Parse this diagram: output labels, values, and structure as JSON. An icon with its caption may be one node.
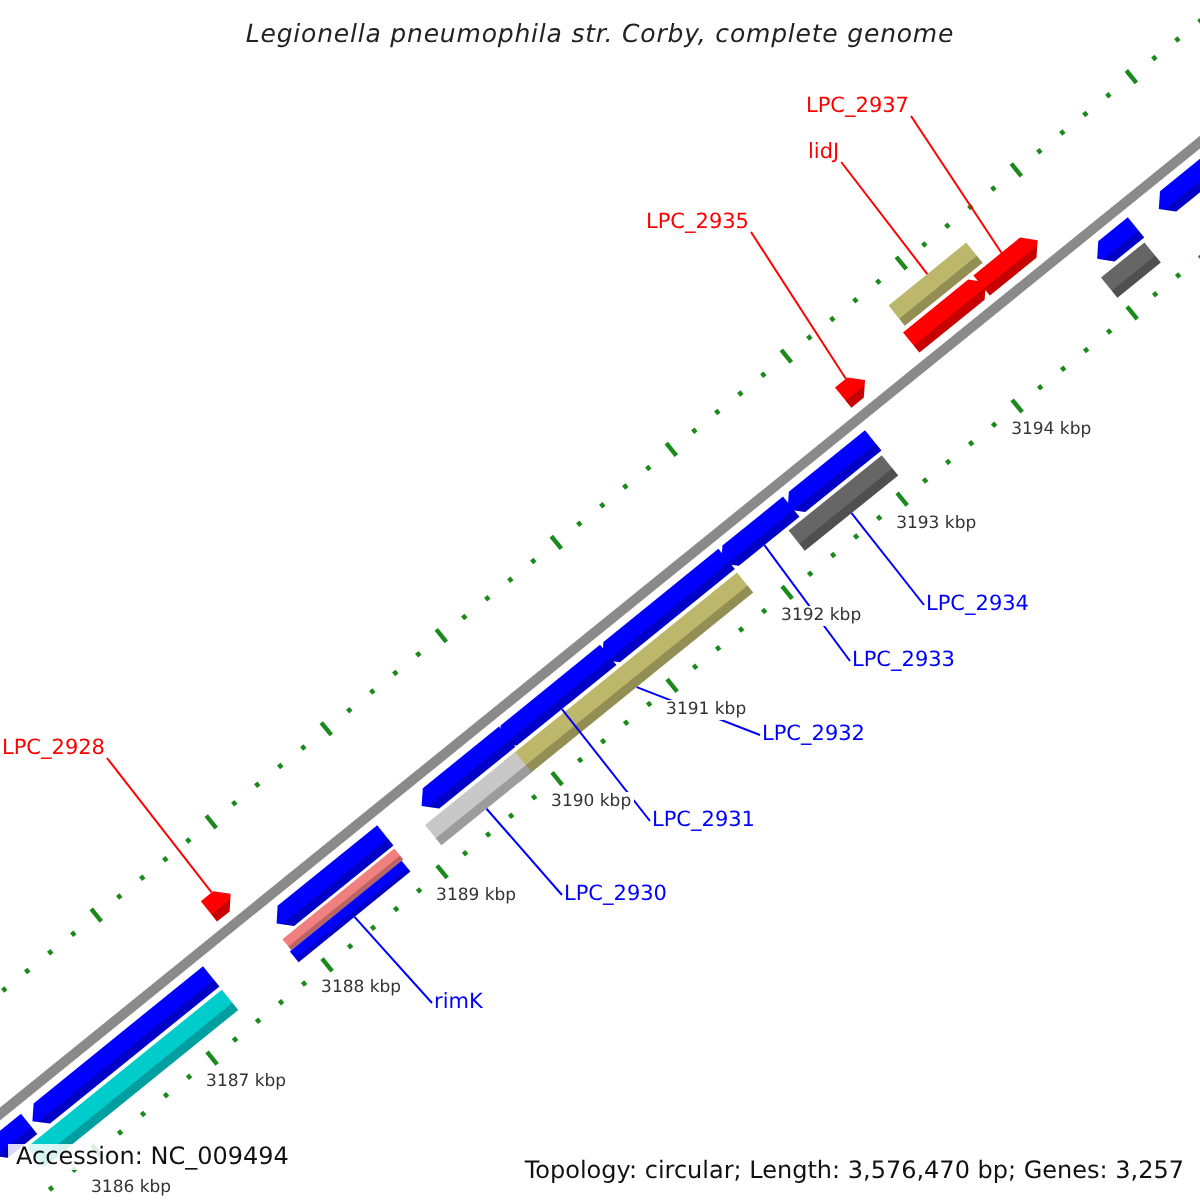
{
  "diagram": {
    "title": "Legionella pneumophila str. Corby, complete genome",
    "nodes": [
      {
        "text": [
          "LPC_2937"
        ]
      },
      {
        "text": [
          "lidJ"
        ]
      },
      {
        "text": [
          "LPC_2935"
        ]
      },
      {
        "text": [
          "LPC_2928"
        ]
      },
      {
        "text": [
          "LPC_2934"
        ]
      },
      {
        "text": [
          "LPC_2933"
        ]
      },
      {
        "text": [
          "LPC_2932"
        ]
      },
      {
        "text": [
          "LPC_2931"
        ]
      },
      {
        "text": [
          "LPC_2930"
        ]
      },
      {
        "text": [
          "rimK"
        ]
      },
      {
        "text": [],
        "shape": "bar"
      },
      {
        "text": [],
        "shape": "bar"
      },
      {
        "text": [],
        "shape": "bar"
      },
      {
        "text": [],
        "shape": "bar"
      },
      {
        "text": [],
        "shape": "bar"
      },
      {
        "text": [],
        "shape": "bar"
      },
      {
        "text": [],
        "shape": "bar"
      },
      {
        "text": [],
        "shape": "bar"
      },
      {
        "text": [],
        "shape": "bar"
      },
      {
        "text": [],
        "shape": "bar"
      },
      {
        "text": [],
        "shape": "bar"
      },
      {
        "text": [],
        "shape": "bar"
      },
      {
        "text": [],
        "shape": "bar"
      },
      {
        "text": [],
        "shape": "bar"
      },
      {
        "text": [],
        "shape": "bar"
      },
      {
        "text": [],
        "shape": "bar"
      },
      {
        "text": [],
        "shape": "bar"
      },
      {
        "text": [],
        "shape": "bar"
      },
      {
        "text": [],
        "shape": "bar"
      },
      {
        "text": [],
        "shape": "bar"
      },
      {
        "text": [],
        "shape": "bar"
      },
      {
        "text": [],
        "shape": "bar"
      }
    ],
    "edges": [
      {
        "from": 0,
        "to": 12,
        "arrow": "none",
        "color": "#ff0000"
      },
      {
        "from": 1,
        "to": 13,
        "arrow": "none",
        "color": "#ff0000"
      },
      {
        "from": 2,
        "to": 16,
        "arrow": "none",
        "color": "#ff0000"
      },
      {
        "from": 3,
        "to": 26,
        "arrow": "none",
        "color": "#ff0000"
      },
      {
        "from": 4,
        "to": 18,
        "arrow": "none"
      },
      {
        "from": 5,
        "to": 19,
        "arrow": "none"
      },
      {
        "from": 6,
        "to": 21,
        "arrow": "none"
      },
      {
        "from": 7,
        "to": 22,
        "arrow": "none"
      },
      {
        "from": 8,
        "to": 24,
        "arrow": "none"
      },
      {
        "from": 9,
        "to": 28,
        "arrow": "none"
      }
    ],
    "labels": [
      "3194 kbp",
      "3193 kbp",
      "3192 kbp",
      "3191 kbp",
      "3190 kbp",
      "3189 kbp",
      "3188 kbp",
      "3187 kbp",
      "3186 kbp",
      "Accession: NC_009494",
      "Topology: circular; Length: 3,576,470 bp; Genes: 3,257"
    ]
  }
}
